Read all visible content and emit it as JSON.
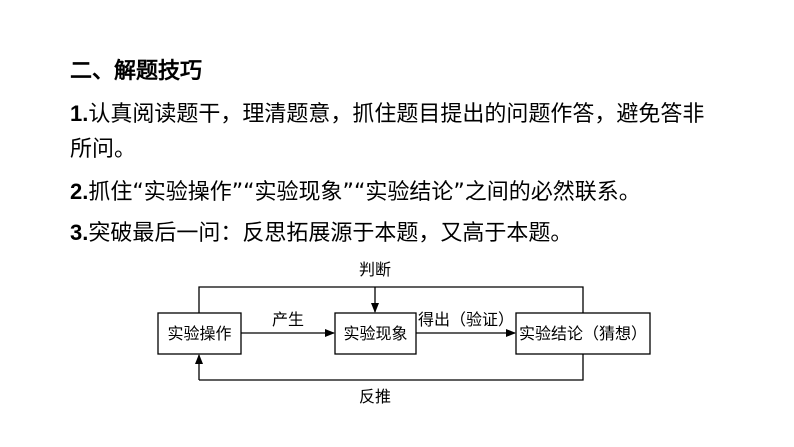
{
  "section": {
    "heading": "二、解题技巧"
  },
  "tips": [
    {
      "number": "1.",
      "text_line1": "认真阅读题干，理清题意，抓住题目提出的问题作答，避免答非",
      "text_line2": "所问。"
    },
    {
      "number": "2.",
      "text": "抓住“实验操作”“实验现象”“实验结论”之间的必然联系。"
    },
    {
      "number": "3.",
      "text": "突破最后一问：反思拓展源于本题，又高于本题。"
    }
  ],
  "diagram": {
    "boxes": {
      "operation": "实验操作",
      "phenomenon": "实验现象",
      "conclusion": "实验结论（猜想）"
    },
    "arrows": {
      "produce": "产生",
      "derive": "得出（验证）",
      "judge": "判断",
      "reverse": "反推"
    }
  }
}
